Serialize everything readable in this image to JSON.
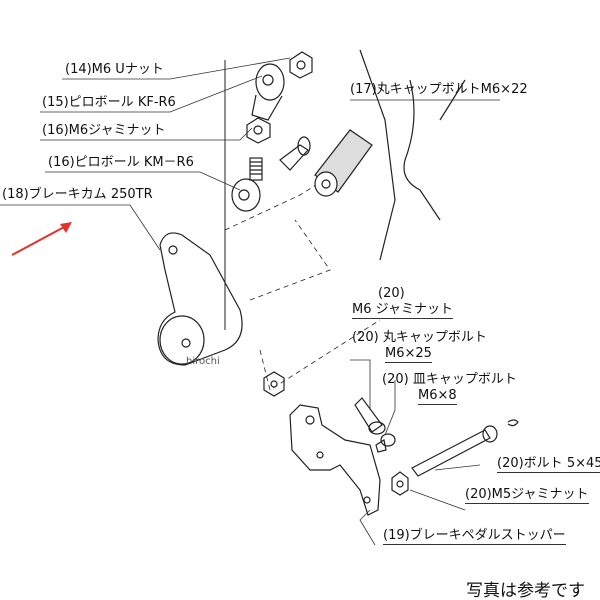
{
  "labels": {
    "p14": "(14)M6  Uナット",
    "p15": "(15)ピロボール  KF-R6",
    "p16a": "(16)M6ジャミナット",
    "p16b": "(16)ピロボール  KM－R6",
    "p17": "(17)丸キャップボルトM6×22",
    "p18": "(18)ブレーキカム  250TR",
    "p20a_num": "(20)",
    "p20a": "M6 ジャミナット",
    "p20b": "(20) 丸キャップボルト",
    "p20b_size": "M6×25",
    "p20c": "(20) 皿キャップボルト",
    "p20c_size": "M6×8",
    "p20d": "(20)ボルト  5×45",
    "p20e": "(20)M5ジャミナット",
    "p19": "(19)ブレーキペダルストッパー"
  },
  "watermark": "hirochi",
  "note": "写真は参考です",
  "colors": {
    "arrow": "#e8302a",
    "line": "#222222"
  }
}
